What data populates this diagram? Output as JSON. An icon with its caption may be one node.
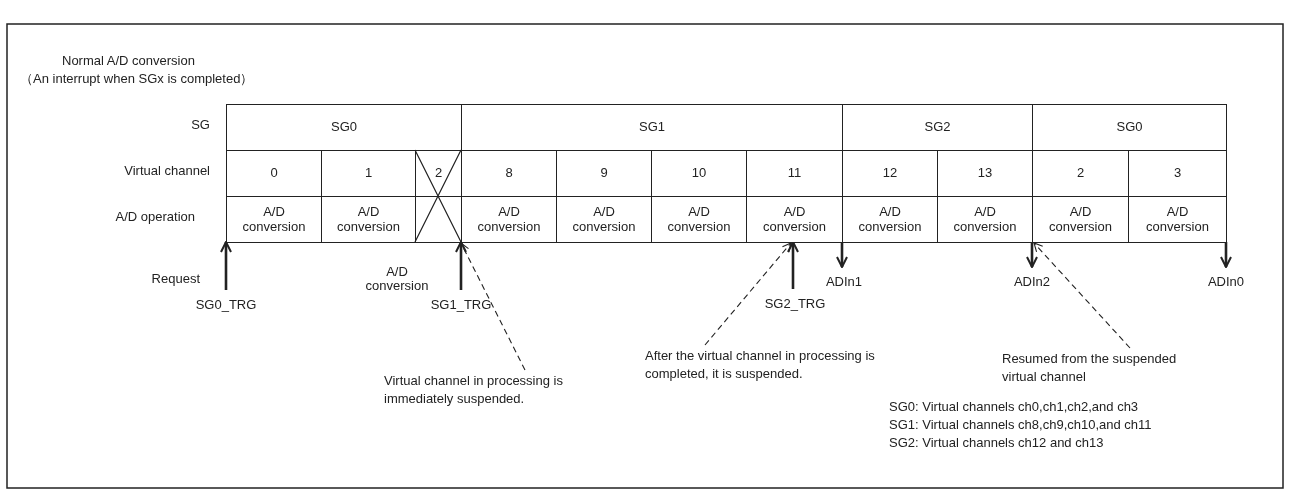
{
  "diagram": {
    "title": "Normal A/D conversion",
    "nodes": [
      {
        "text": [
          "SG0"
        ]
      },
      {
        "text": [
          "SG1"
        ]
      },
      {
        "text": [
          "SG2"
        ]
      },
      {
        "text": [
          "SG0"
        ]
      },
      {
        "text": [
          "0"
        ]
      },
      {
        "text": [
          "1"
        ]
      },
      {
        "text": [
          "2"
        ]
      },
      {
        "text": [
          "8"
        ]
      },
      {
        "text": [
          "9"
        ]
      },
      {
        "text": [
          "10"
        ]
      },
      {
        "text": [
          "11"
        ]
      },
      {
        "text": [
          "12"
        ]
      },
      {
        "text": [
          "13"
        ]
      },
      {
        "text": [
          "2"
        ]
      },
      {
        "text": [
          "3"
        ]
      },
      {
        "text": [
          "A/D conversion"
        ]
      },
      {
        "text": [
          "A/D conversion"
        ]
      },
      {
        "text": [],
        "shape": "box"
      },
      {
        "text": [
          "A/D conversion"
        ]
      },
      {
        "text": [
          "A/D conversion"
        ]
      },
      {
        "text": [
          "A/D conversion"
        ]
      },
      {
        "text": [
          "A/D conversion"
        ]
      },
      {
        "text": [
          "A/D conversion"
        ]
      },
      {
        "text": [
          "A/D conversion"
        ]
      },
      {
        "text": [
          "A/D conversion"
        ]
      },
      {
        "text": [
          "A/D conversion"
        ]
      },
      {
        "text": [
          "SG0_TRG"
        ]
      },
      {
        "text": [
          "SG1_TRG"
        ]
      },
      {
        "text": [
          "SG2_TRG"
        ]
      },
      {
        "text": [
          "ADIn1"
        ]
      },
      {
        "text": [
          "ADIn2"
        ]
      },
      {
        "text": [
          "ADIn0"
        ]
      },
      {
        "text": [
          "Virtual channel in processing is immediately suspended."
        ]
      },
      {
        "text": [
          "After the virtual channel in processing is completed, it is suspended."
        ]
      },
      {
        "text": [
          "Resumed from the suspended virtual channel"
        ]
      }
    ],
    "edges": [
      {
        "from": 26,
        "to": 15,
        "arrow": "to"
      },
      {
        "from": 27,
        "to": 17,
        "arrow": "to"
      },
      {
        "from": 28,
        "to": 21,
        "arrow": "to"
      },
      {
        "from": 22,
        "to": 29,
        "arrow": "to"
      },
      {
        "from": 23,
        "to": 30,
        "arrow": "to"
      },
      {
        "from": 25,
        "to": 31,
        "arrow": "to"
      },
      {
        "from": 32,
        "to": 17,
        "arrow": "to",
        "style": "dashed"
      },
      {
        "from": 33,
        "to": 21,
        "arrow": "to",
        "style": "dashed"
      },
      {
        "from": 34,
        "to": 23,
        "arrow": "to",
        "style": "dashed"
      }
    ],
    "labels": [
      "（An interrupt when SGx is completed）",
      "SG",
      "Virtual channel",
      "A/D operation",
      "Request",
      "A/D conversion",
      "SG0: Virtual channels ch0,ch1,ch2,and ch3",
      "SG1: Virtual channels ch8,ch9,ch10,and ch11",
      "SG2: Virtual channels ch12 and ch13"
    ]
  }
}
